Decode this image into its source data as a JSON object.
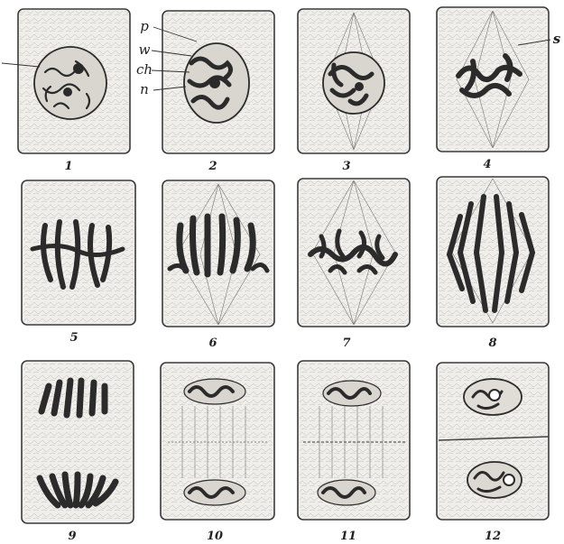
{
  "figure": {
    "stage_numbers": [
      "1",
      "2",
      "3",
      "4",
      "5",
      "6",
      "7",
      "8",
      "9",
      "10",
      "11",
      "12"
    ],
    "part_labels": {
      "p": "p",
      "w": "w",
      "ch": "ch",
      "n": "n",
      "s": "s"
    }
  }
}
